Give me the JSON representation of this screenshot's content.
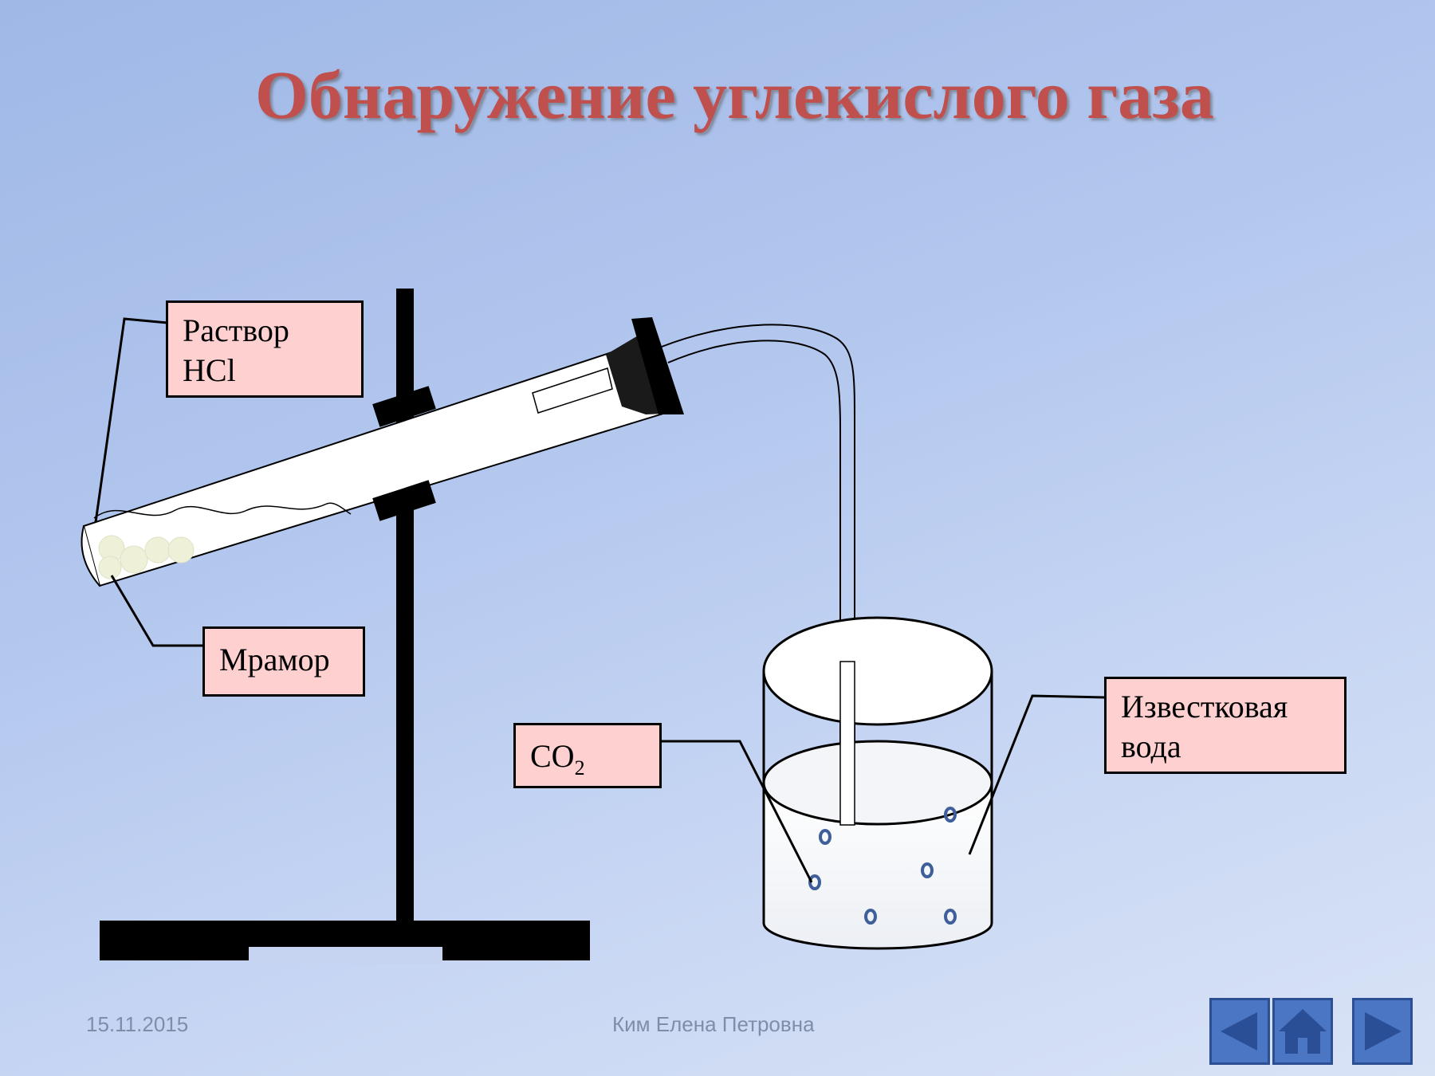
{
  "slide": {
    "title": "Обнаружение углекислого газа",
    "labels": {
      "hcl_line1": "Раствор",
      "hcl_line2": "HCl",
      "marble": "Мрамор",
      "co2_main": "CO",
      "co2_sub": "2",
      "limewater_line1": "Известковая",
      "limewater_line2": "вода"
    },
    "footer": {
      "date": "15.11.2015",
      "author": "Ким Елена Петровна"
    },
    "nav": {
      "prev_icon": "arrow-left-icon",
      "home_icon": "home-icon",
      "next_icon": "arrow-right-icon"
    },
    "colors": {
      "title": "#c0504d",
      "label_fill": "#ffd0d0",
      "nav_button": "#4a76c4",
      "bubble": "#3f5f9a"
    }
  }
}
